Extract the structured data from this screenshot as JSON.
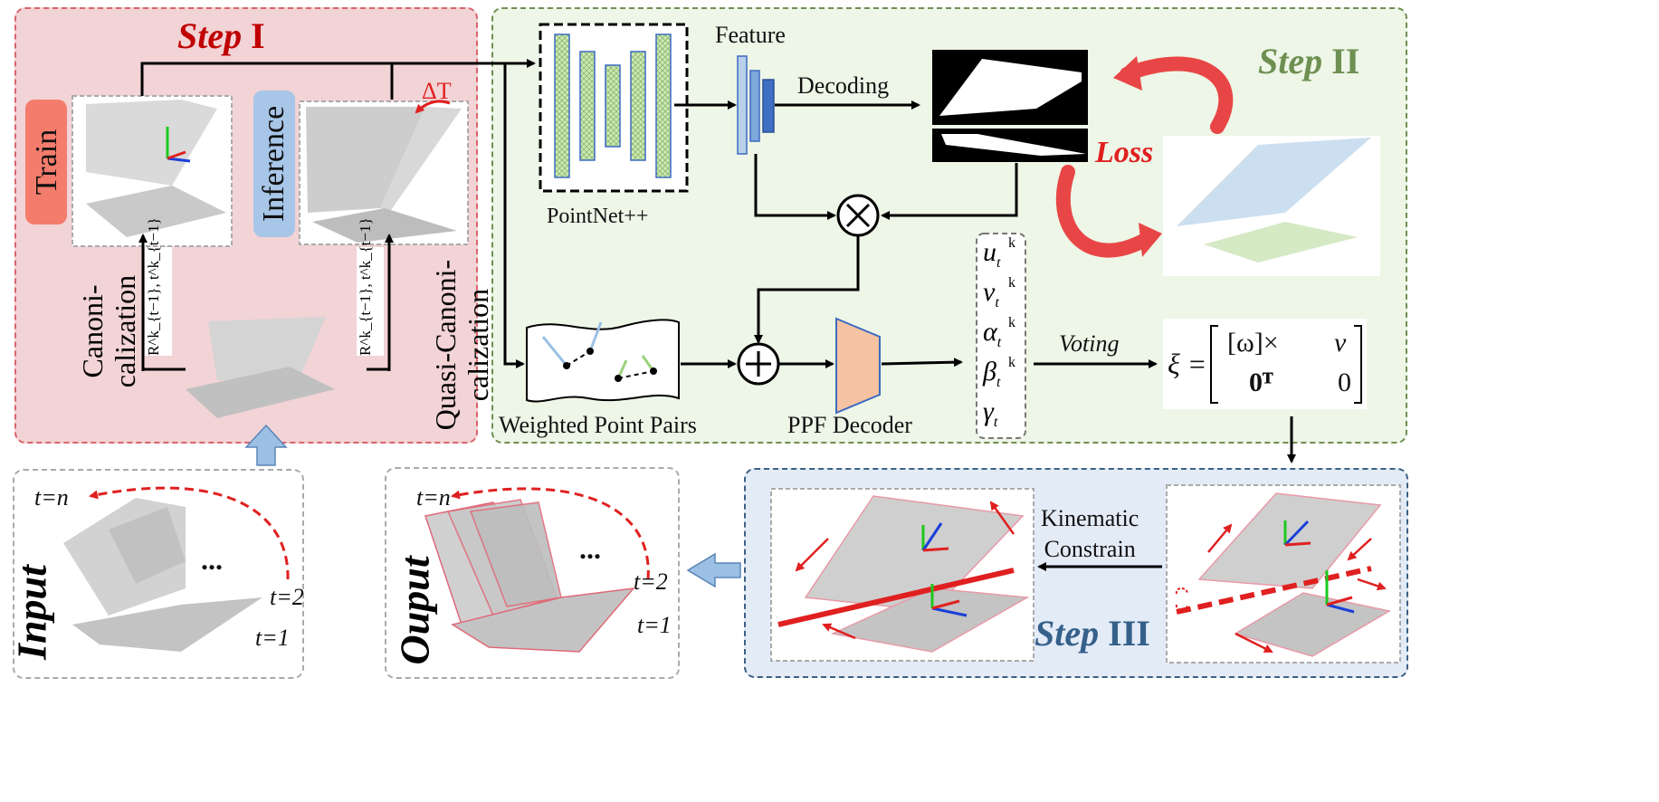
{
  "step1": {
    "title_italic": "Step",
    "title_numeral": "I",
    "train_label": "Train",
    "inference_label": "Inference",
    "delta_label": "ΔT",
    "canon_line1": "Canoni-",
    "canon_line2": "calization",
    "quasi_line1": "Quasi-Canoni-",
    "quasi_line2": "calization",
    "rt_label_left": "R^k_{t−1}, t^k_{t−1}",
    "rt_label_right": "R^k_{t−1}, t^k_{t−1}"
  },
  "step2": {
    "title_italic": "Step",
    "title_numeral": "II",
    "feature_label": "Feature",
    "decoding_label": "Decoding",
    "pointnet_label": "PointNet++",
    "loss_label": "Loss",
    "pairs_label": "Weighted Point Pairs",
    "ppf_label": "PPF Decoder",
    "voting_label": "Voting",
    "params": [
      "u",
      "v",
      "α",
      "β",
      "γ"
    ],
    "param_sup": "k",
    "param_sub": "t",
    "xi_symbol": "ξ =",
    "matrix": [
      "[ω]×",
      "v",
      "0ᵀ",
      "0"
    ]
  },
  "step3": {
    "title_italic": "Step",
    "title_numeral": "III",
    "kinematic_line1": "Kinematic",
    "kinematic_line2": "Constrain"
  },
  "input": {
    "title": "Input",
    "t_n": "t=n",
    "t_2": "t=2",
    "t_1": "t=1",
    "dots": "..."
  },
  "output": {
    "title": "Ouput",
    "t_n": "t=n",
    "t_2": "t=2",
    "t_1": "t=1",
    "dots": "..."
  },
  "colors": {
    "step1_bg": "#f2d3d6",
    "step1_border": "#d9646c",
    "step2_bg": "#eef6e7",
    "step2_border": "#6e8f52",
    "step3_bg": "#e3ebf7",
    "step3_border": "#3d5f82",
    "step_red": "#c00000",
    "step_green": "#6e8f52",
    "step_blue": "#35608a",
    "loss_red": "#e84646",
    "train_bg": "#f47c6c",
    "inference_bg": "#a7c6e8",
    "ppf_fill": "#f5c3a1",
    "light_blue_arrow": "#9cc0e4"
  }
}
